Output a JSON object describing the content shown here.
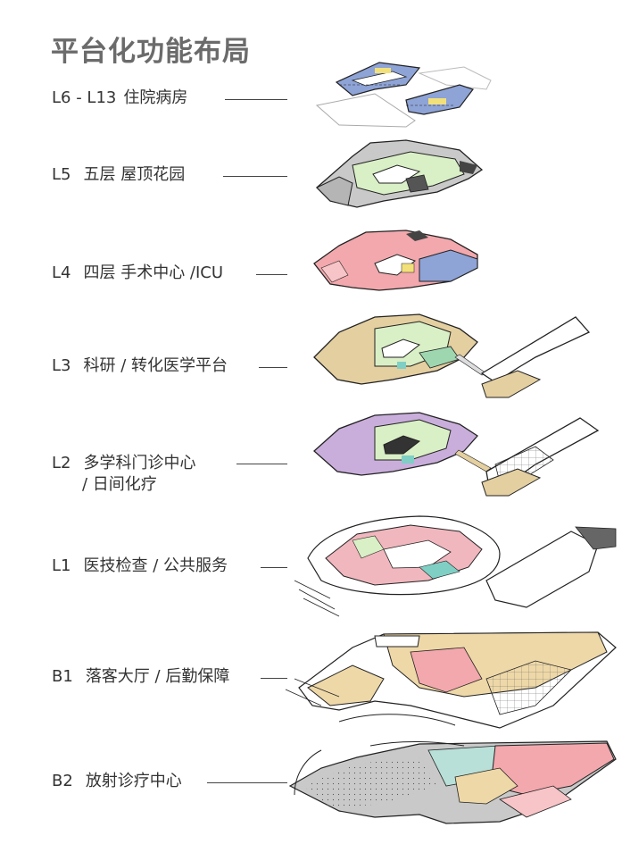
{
  "title": "平台化功能布局",
  "floors": [
    {
      "code": "L6 - L13",
      "name": "住院病房"
    },
    {
      "code": "L5",
      "name": "五层 屋顶花园"
    },
    {
      "code": "L4",
      "name": "四层 手术中心 /ICU"
    },
    {
      "code": "L3",
      "name": "科研 / 转化医学平台"
    },
    {
      "code": "L2",
      "name": "多学科门诊中心",
      "name_line2": "/ 日间化疗"
    },
    {
      "code": "L1",
      "name": "医技检查 / 公共服务"
    },
    {
      "code": "B1",
      "name": "落客大厅 / 后勤保障"
    },
    {
      "code": "B2",
      "name": "放射诊疗中心"
    }
  ],
  "colors": {
    "ward_blue": "#8ea3d6",
    "garden_green": "#d9efc6",
    "surgery_pink": "#f2a8ad",
    "research_tan": "#e4cfa0",
    "clinic_purple": "#c9aedb",
    "public_pink": "#f1b7be",
    "lobby_tan": "#eed8a8",
    "radiology_gray": "#c9c9c9",
    "teal": "#7fcfc4",
    "outline": "#222222"
  }
}
